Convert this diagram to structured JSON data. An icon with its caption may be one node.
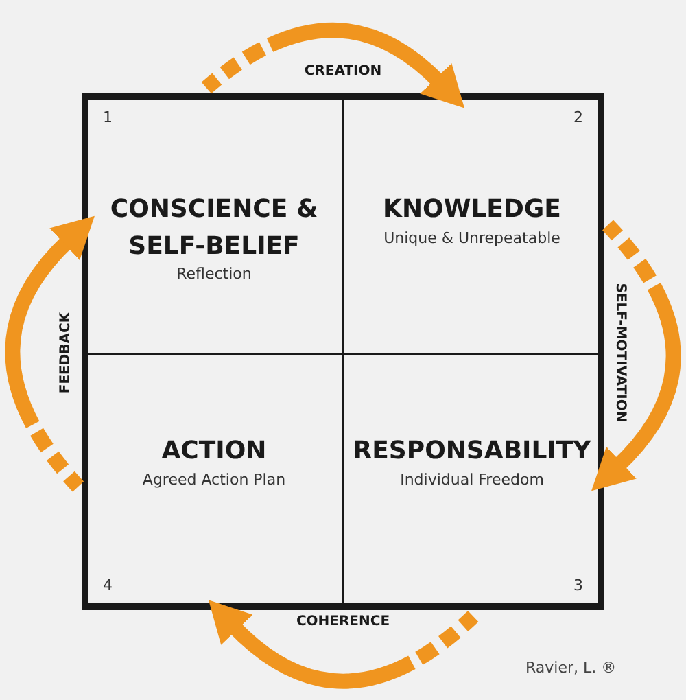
{
  "diagram": {
    "nodes": [
      {
        "text": [
          "1",
          "CONSCIENCE & SELF-BELIEF",
          "Reflection"
        ]
      },
      {
        "text": [
          "2",
          "KNOWLEDGE",
          "Unique & Unrepeatable"
        ]
      },
      {
        "text": [
          "ACTION",
          "Agreed Action Plan",
          "4"
        ]
      },
      {
        "text": [
          "RESPONSABILITY",
          "Individual Freedom",
          "3"
        ]
      }
    ],
    "edges": [
      {
        "from": 0,
        "to": 1,
        "arrow": "to",
        "label": "CREATION",
        "style": "dashed"
      },
      {
        "from": 1,
        "to": 3,
        "arrow": "to",
        "label": "SELF-MOTIVATION",
        "style": "dashed"
      },
      {
        "from": 3,
        "to": 2,
        "arrow": "to",
        "label": "COHERENCE",
        "style": "dashed"
      },
      {
        "from": 2,
        "to": 0,
        "arrow": "to",
        "label": "FEEDBACK",
        "style": "dashed"
      }
    ],
    "labels": [
      "Ravier, L. ®"
    ]
  }
}
